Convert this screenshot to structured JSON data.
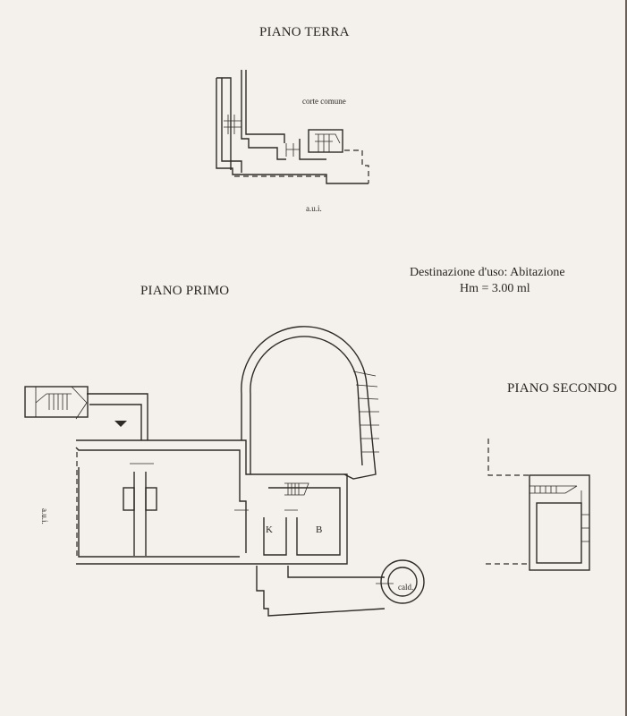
{
  "piano_terra": {
    "title": "PIANO TERRA",
    "corte_label": "corte comune",
    "aui_label": "a.u.i."
  },
  "piano_primo": {
    "title": "PIANO PRIMO",
    "aui_label": "a.u.i.",
    "room_k": "K",
    "room_b": "B",
    "cald_label": "cald."
  },
  "info": {
    "destinazione": "Destinazione d'uso: Abitazione",
    "altezza": "Hm = 3.00 ml"
  },
  "piano_secondo": {
    "title": "PIANO SECONDO"
  }
}
